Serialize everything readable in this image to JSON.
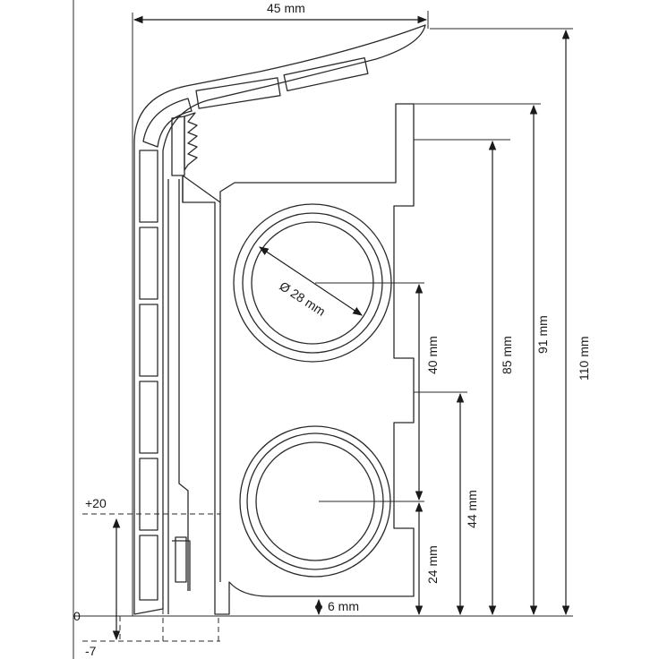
{
  "labels": {
    "width_top": "45 mm",
    "diameter": "Ø 28 mm",
    "h110": "110 mm",
    "h91": "91 mm",
    "h85": "85 mm",
    "h44": "44 mm",
    "h40": "40 mm",
    "h24": "24 mm",
    "h6": "6 mm",
    "lvl_plus20": "+20",
    "lvl_zero": "0",
    "lvl_minus7": "-7"
  }
}
